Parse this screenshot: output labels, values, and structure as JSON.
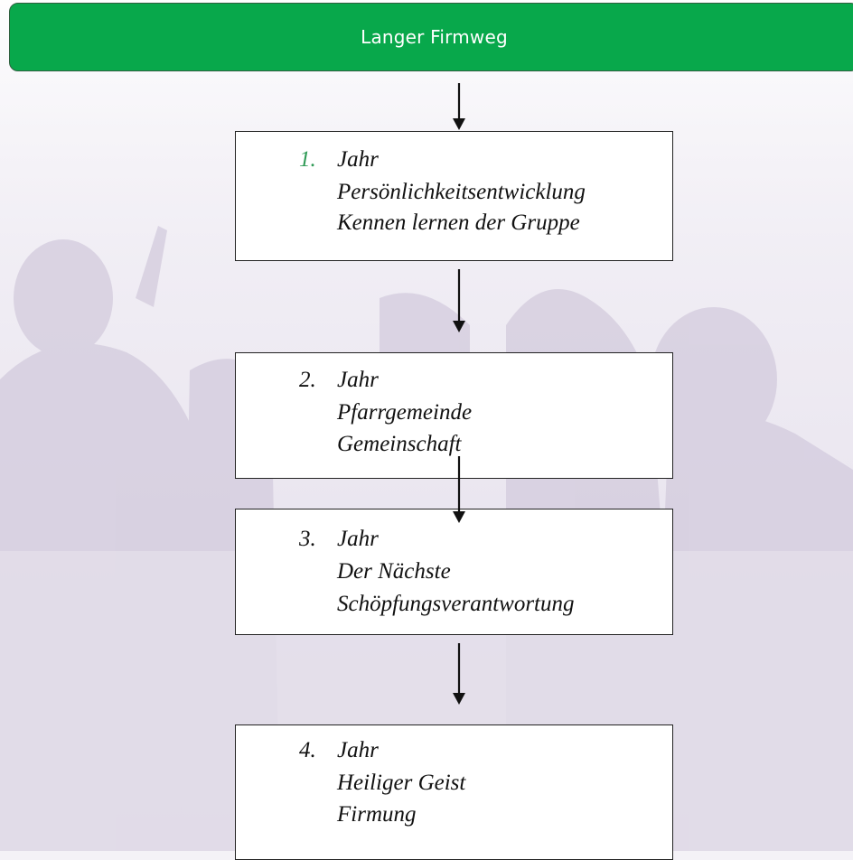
{
  "header": {
    "title": "Langer Firmweg",
    "color": "#08a84b"
  },
  "steps": [
    {
      "number": "1.",
      "heading": "Jahr",
      "lines": [
        "Persönlichkeitsentwicklung",
        "Kennen lernen der Gruppe"
      ],
      "number_color": "#2e9a55"
    },
    {
      "number": "2.",
      "heading": "Jahr",
      "lines": [
        "Pfarrgemeinde",
        "Gemeinschaft"
      ]
    },
    {
      "number": "3.",
      "heading": "Jahr",
      "lines": [
        "Der Nächste",
        "Schöpfungsverantwortung"
      ]
    },
    {
      "number": "4.",
      "heading": "Jahr",
      "lines": [
        "Heiliger Geist",
        "Firmung"
      ]
    }
  ]
}
